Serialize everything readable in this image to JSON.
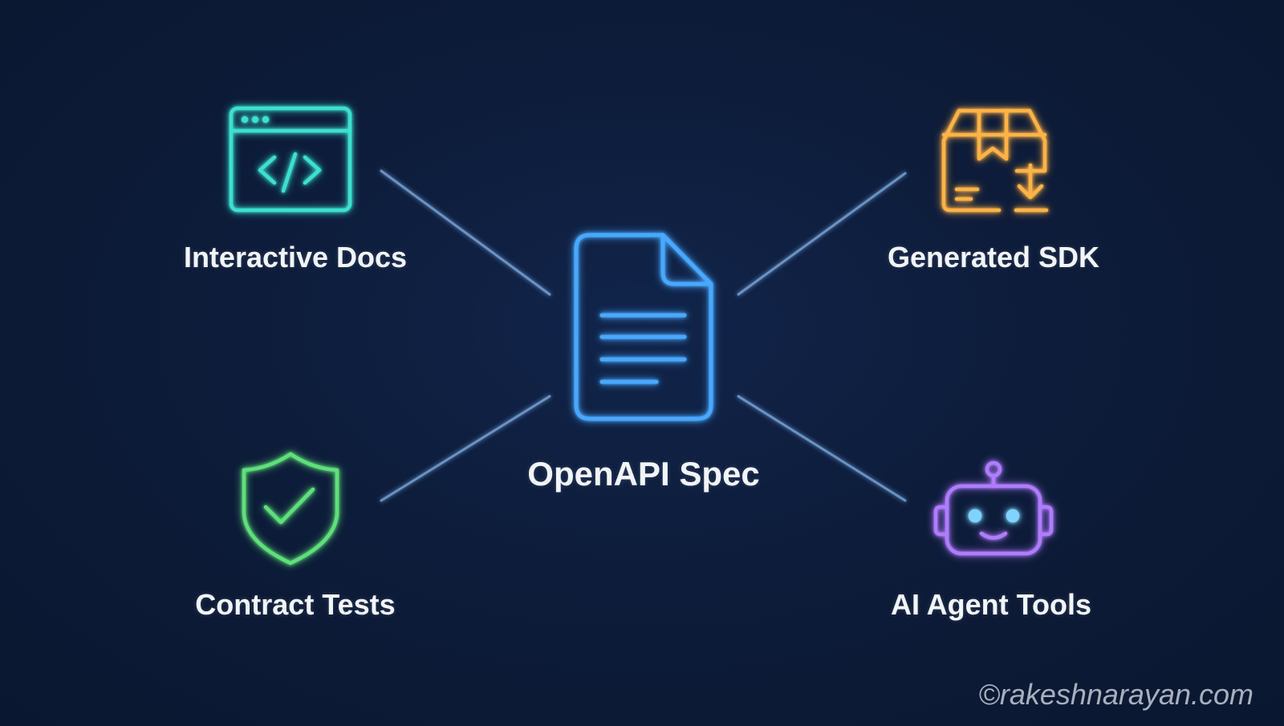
{
  "center": {
    "label": "OpenAPI Spec",
    "icon": "document-icon",
    "color": "#4aa8ff"
  },
  "nodes": [
    {
      "id": "docs",
      "label": "Interactive Docs",
      "icon": "code-window-icon",
      "color": "#3ee0d0"
    },
    {
      "id": "sdk",
      "label": "Generated SDK",
      "icon": "package-download-icon",
      "color": "#ffb347"
    },
    {
      "id": "tests",
      "label": "Contract Tests",
      "icon": "shield-check-icon",
      "color": "#5ee07a"
    },
    {
      "id": "agent",
      "label": "AI Agent Tools",
      "icon": "robot-icon",
      "color": "#b07cff"
    }
  ],
  "connector_color": "#8fc4ff",
  "watermark": "©rakeshnarayan.com"
}
